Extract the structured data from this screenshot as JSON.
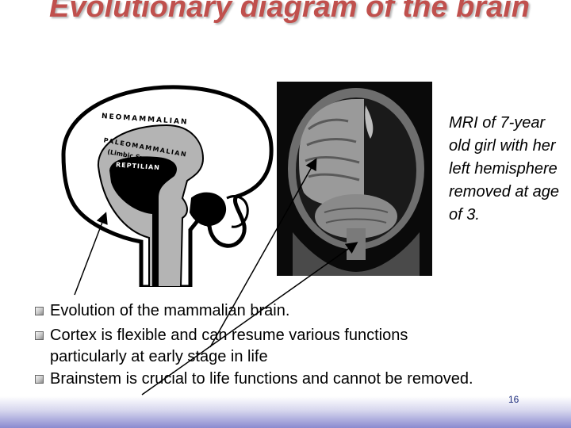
{
  "slide": {
    "title": "Evolutionary diagram of the brain",
    "page_number": "16"
  },
  "diagram": {
    "labels": {
      "neomammalian": "NEOMAMMALIAN",
      "paleomammalian": "PALEOMAMMALIAN",
      "limbic": "(Limbic System)",
      "reptilian": "REPTILIAN"
    }
  },
  "caption": "MRI of 7-year old girl with her left hemisphere removed at age of 3.",
  "bullets": [
    {
      "text": "Evolution of the mammalian brain."
    },
    {
      "text": "Cortex is flexible and can resume various functions",
      "line2": "particularly at early stage in life"
    },
    {
      "text": "Brainstem is crucial to life functions and cannot be removed."
    }
  ],
  "colors": {
    "title": "#c0504d",
    "page_number": "#1a2a7a",
    "band": "#8a8ad0"
  },
  "icons": {
    "bullet": "checkbox-bullet-icon"
  }
}
